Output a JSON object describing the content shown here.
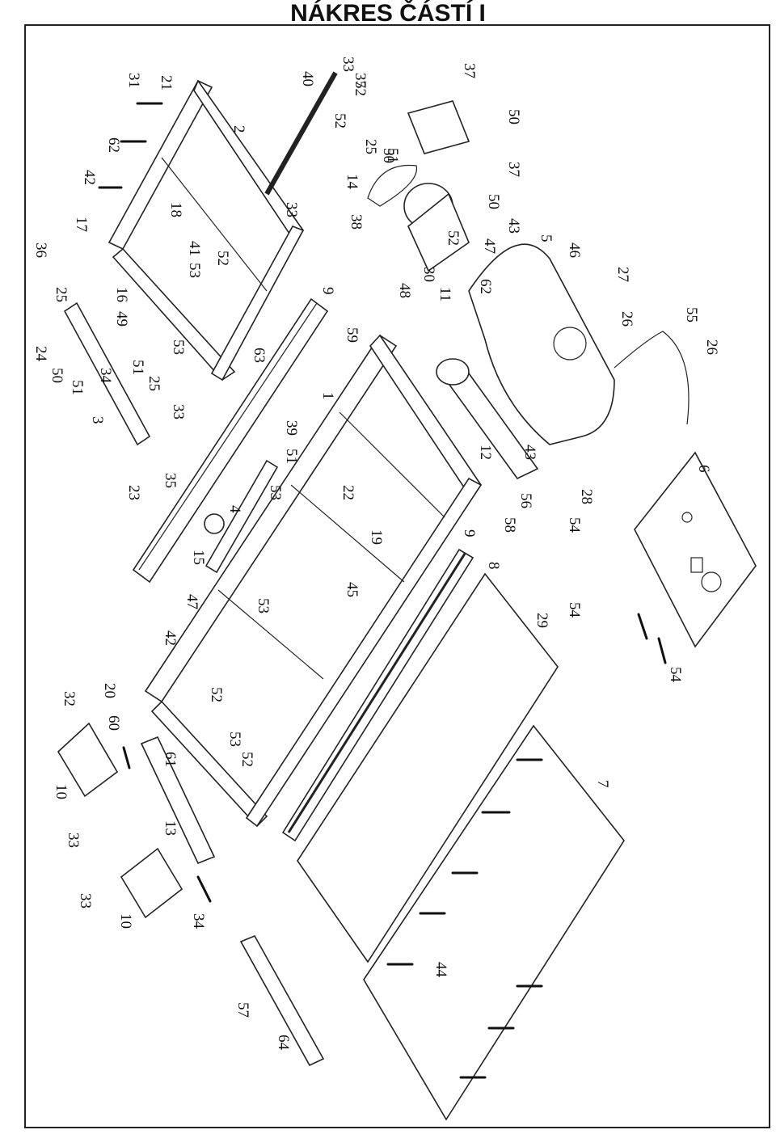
{
  "title": "NÁKRES ČÁSTÍ I",
  "callouts": [
    "1",
    "2",
    "3",
    "4",
    "5",
    "6",
    "7",
    "8",
    "9",
    "9",
    "10",
    "10",
    "11",
    "12",
    "13",
    "14",
    "15",
    "16",
    "17",
    "18",
    "19",
    "20",
    "21",
    "22",
    "23",
    "24",
    "25",
    "25",
    "25",
    "26",
    "26",
    "27",
    "28",
    "29",
    "30",
    "31",
    "32",
    "33",
    "33",
    "33",
    "33",
    "33",
    "34",
    "34",
    "35",
    "36",
    "37",
    "37",
    "37",
    "38",
    "39",
    "40",
    "41",
    "42",
    "42",
    "43",
    "43",
    "44",
    "45",
    "46",
    "47",
    "47",
    "48",
    "49",
    "50",
    "50",
    "50",
    "50",
    "51",
    "51",
    "51",
    "51",
    "52",
    "52",
    "52",
    "52",
    "52",
    "52",
    "53",
    "53",
    "53",
    "53",
    "53",
    "54",
    "54",
    "54",
    "55",
    "56",
    "57",
    "58",
    "59",
    "60",
    "61",
    "62",
    "62",
    "63",
    "64"
  ]
}
